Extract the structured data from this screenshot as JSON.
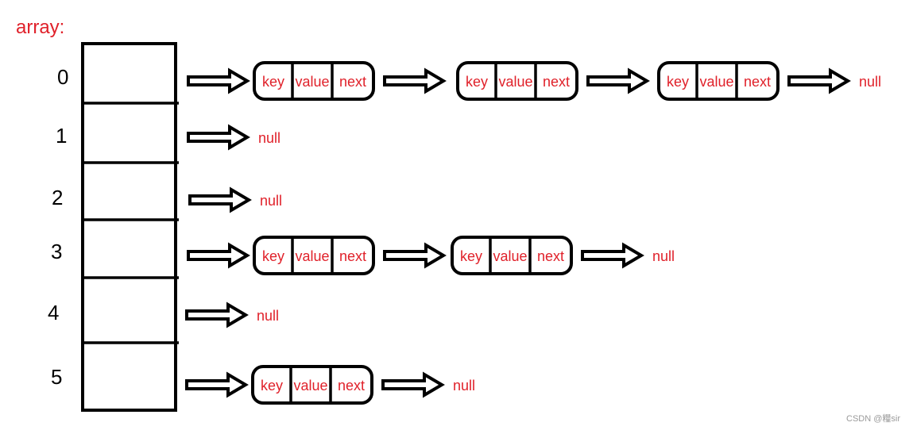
{
  "title": "array:",
  "field_labels": [
    "key",
    "value",
    "next"
  ],
  "null_label": "null",
  "watermark": "CSDN @糧sir",
  "colors": {
    "text_red": "#e0212a",
    "stroke": "#000000"
  },
  "buckets": [
    {
      "index": "0",
      "node_count": 3
    },
    {
      "index": "1",
      "node_count": 0
    },
    {
      "index": "2",
      "node_count": 0
    },
    {
      "index": "3",
      "node_count": 2
    },
    {
      "index": "4",
      "node_count": 0
    },
    {
      "index": "5",
      "node_count": 1
    }
  ]
}
